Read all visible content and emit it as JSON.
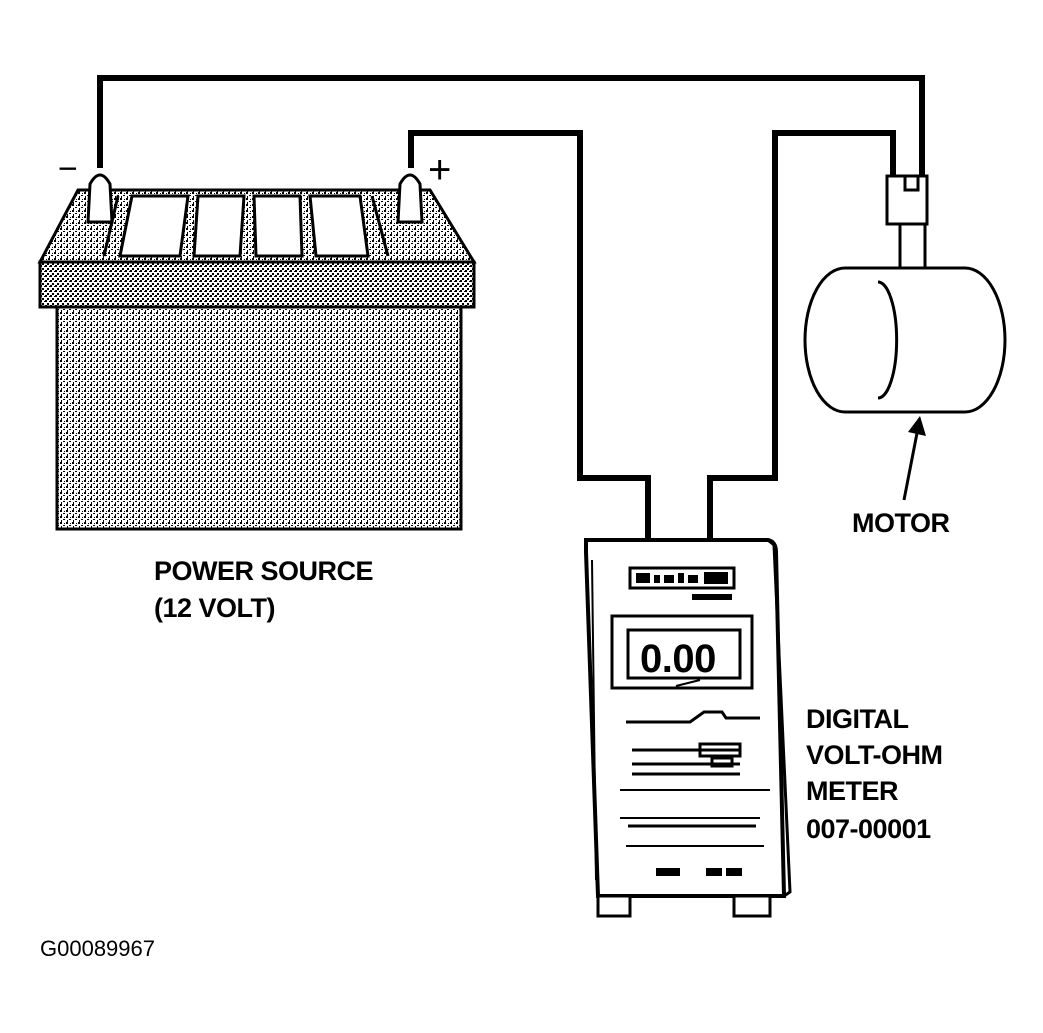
{
  "terminals": {
    "negative": "−",
    "positive": "+"
  },
  "battery": {
    "label_line1": "POWER SOURCE",
    "label_line2": "(12 VOLT)"
  },
  "motor": {
    "label": "MOTOR"
  },
  "meter": {
    "label_line1": "DIGITAL",
    "label_line2": "VOLT-OHM",
    "label_line3": "METER",
    "label_line4": "007-00001",
    "display_reading": "0.00"
  },
  "figure_id": "G00089967"
}
